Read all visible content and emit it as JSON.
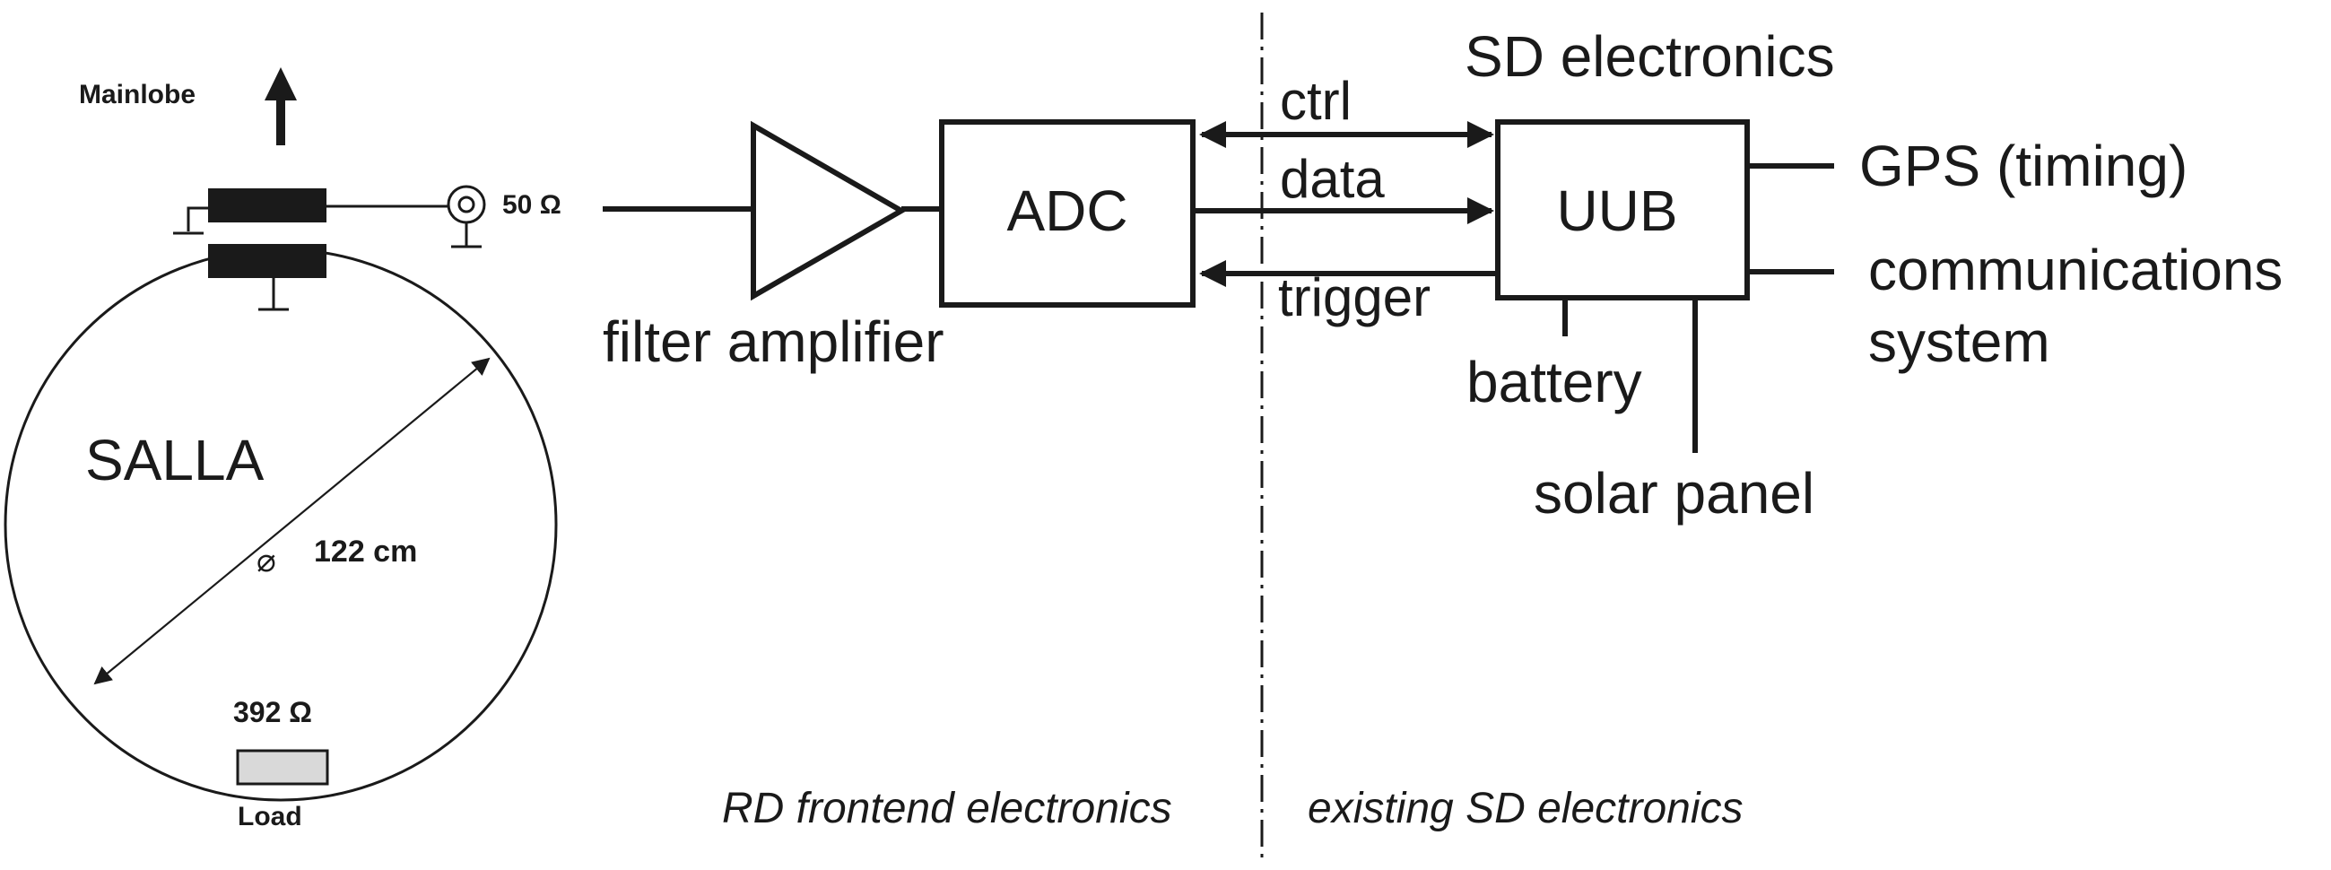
{
  "antenna": {
    "mainlobe_label": "Mainlobe",
    "impedance_out": "50 Ω",
    "name": "SALLA",
    "diameter_symbol": "⌀",
    "diameter": "122 cm",
    "load_resistance": "392 Ω",
    "load_label": "Load"
  },
  "frontend": {
    "amplifier_label": "filter amplifier",
    "adc_label": "ADC",
    "section_label": "RD frontend electronics"
  },
  "signals": {
    "ctrl": "ctrl",
    "data": "data",
    "trigger": "trigger"
  },
  "sd": {
    "title": "SD electronics",
    "uub_label": "UUB",
    "gps_label": "GPS (timing)",
    "comm_label_1": "communications",
    "comm_label_2": "system",
    "battery_label": "battery",
    "solar_label": "solar panel",
    "section_label": "existing SD electronics"
  }
}
